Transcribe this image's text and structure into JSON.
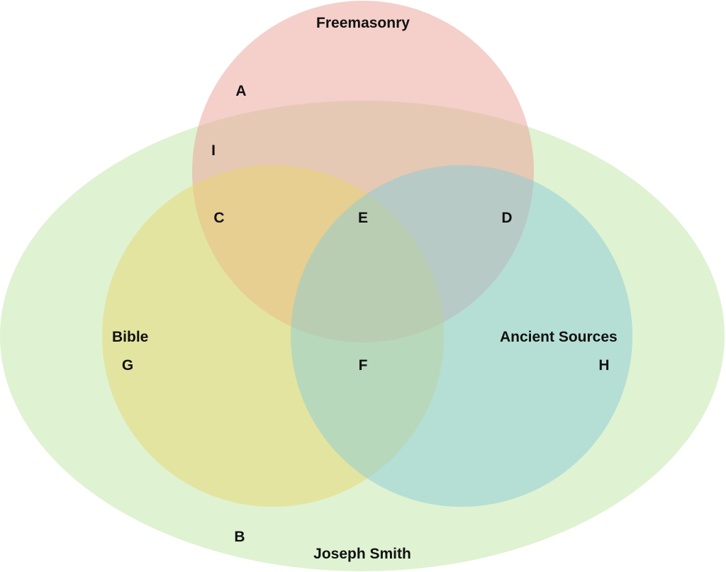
{
  "sets": {
    "joseph_smith": {
      "label": "Joseph Smith",
      "color": "#c4e8ad"
    },
    "freemasonry": {
      "label": "Freemasonry",
      "color": "#ec9f95"
    },
    "bible": {
      "label": "Bible",
      "color": "#e8d56e"
    },
    "ancient_sources": {
      "label": "Ancient Sources",
      "color": "#8ccbd6"
    }
  },
  "regions": {
    "A": "A",
    "B": "B",
    "C": "C",
    "D": "D",
    "E": "E",
    "F": "F",
    "G": "G",
    "H": "H",
    "I": "I"
  }
}
